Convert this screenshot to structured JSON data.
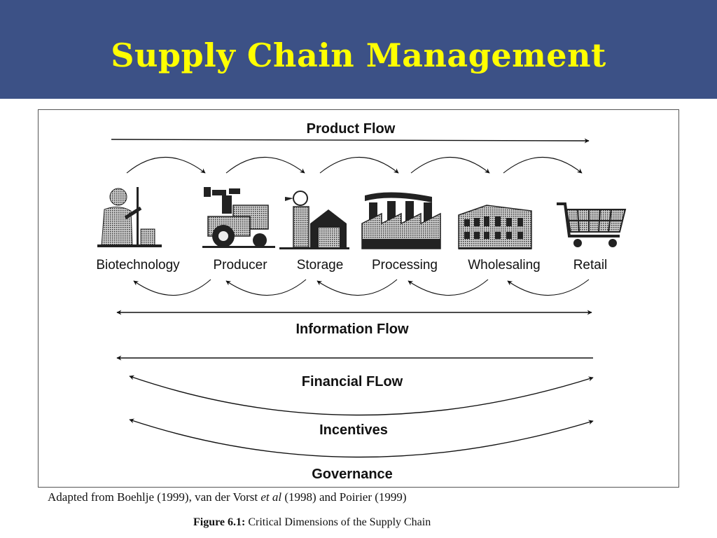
{
  "slide": {
    "title": "Supply Chain Management",
    "title_color": "#ffff00",
    "header_color": "#3c5186"
  },
  "diagram": {
    "product_flow": "Product Flow",
    "information_flow": "Information Flow",
    "financial_flow": "Financial FLow",
    "incentives": "Incentives",
    "governance": "Governance",
    "stages": [
      {
        "label": "Biotechnology",
        "icon": "scientist-icon"
      },
      {
        "label": "Producer",
        "icon": "tractor-icon"
      },
      {
        "label": "Storage",
        "icon": "barn-silo-icon"
      },
      {
        "label": "Processing",
        "icon": "factory-icon"
      },
      {
        "label": "Wholesaling",
        "icon": "warehouse-icon"
      },
      {
        "label": "Retail",
        "icon": "shopping-cart-icon"
      }
    ]
  },
  "captions": {
    "source_part1": "Adapted from Boehlje (1999), van der Vorst ",
    "source_italic": "et al",
    "source_part2": " (1998) and Poirier (1999)",
    "figure_number": "Figure 6.1:",
    "figure_title": " Critical Dimensions of the Supply Chain"
  }
}
